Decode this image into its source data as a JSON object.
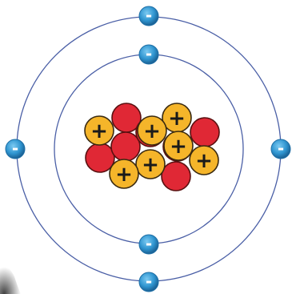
{
  "colors": {
    "background": "#ffffff",
    "orbit": "#4a5fa6",
    "electron_fill": "#3aa0d8",
    "electron_dark": "#1f6fa6",
    "electron_symbol": "#ffffff",
    "proton_fill": "#f5b52a",
    "proton_stroke": "#3a2a10",
    "proton_symbol": "#1a1a1a",
    "neutron_fill": "#e02835",
    "neutron_stroke": "#5a1010",
    "shadow": "#3a3a3a"
  },
  "symbols": {
    "electron": "-",
    "proton": "+"
  },
  "atom": {
    "orbits": 2,
    "electrons": 6,
    "protons": 7,
    "neutrons": 7
  },
  "icons": {
    "electron": "minus-sign-icon",
    "proton": "plus-sign-icon"
  }
}
